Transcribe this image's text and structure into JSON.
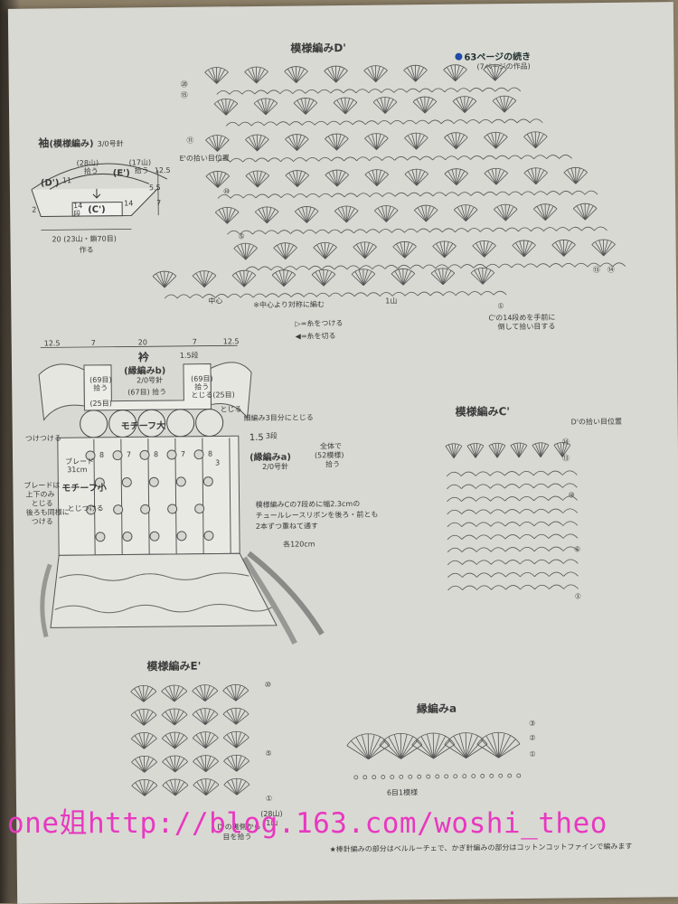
{
  "pattern_d": {
    "title": "模様編みD'",
    "continued": "63ページの続き",
    "work_note": "(7ページの作品)",
    "center": "中心",
    "symmetric": "※中心より対称に編む",
    "one_repeat": "1山",
    "e_position": "E'の拾い目位置",
    "c_note_1": "C'の14段めを手前に",
    "c_note_2": "倒して拾い目する",
    "attach_yarn": "=糸をつける",
    "cut_yarn": "=糸を切る",
    "row_labels": [
      "⑳",
      "⑮",
      "⑪",
      "⑩",
      "⑤",
      "①",
      "⑬",
      "⑭"
    ]
  },
  "sleeve": {
    "title": "袖",
    "pattern": "(模様編み)",
    "needle": "3/0号針",
    "pick_28": "(28山)",
    "pick_28b": "拾う",
    "pick_17": "(17山)",
    "pick_17b": "拾う",
    "d_label": "(D')",
    "e_label": "(E')",
    "c_label": "(C')",
    "rows_14": "14",
    "rows_label": "段",
    "dim_125": "12.5",
    "dim_55": "5.5",
    "dim_7": "7",
    "dim_2": "2",
    "dim_11": "11",
    "dim_14": "14",
    "bottom_1": "20 (23山・鎖70目)",
    "bottom_2": "作る"
  },
  "body": {
    "dims_top": [
      "12.5",
      "7",
      "20",
      "7",
      "12.5"
    ],
    "collar_title": "衿",
    "collar_sub": "(縁編みb)",
    "collar_needle": "2/0号針",
    "collar_rows": "1.5段",
    "pick_69": "(69目)",
    "pick_69b": "拾う",
    "pick_67": "(67目) 拾う",
    "pick_25": "(25目)",
    "toji": "とじる",
    "toji25": "とじる(25目)",
    "motif_big": "モチーフ大",
    "motif_note": "細編み3目分にとじる",
    "tsuke": "つけつける",
    "braid": "ブレード",
    "braid_len": "31cm",
    "motif_small": "モチーフ小",
    "small_note": "とじつける",
    "left_note_1": "ブレードは",
    "left_note_2": "上下のみ",
    "left_note_3": "とじる",
    "left_note_4": "後ろも同様に",
    "left_note_5": "つける",
    "edge_rows": "1.5",
    "edge_rows2": "3段",
    "edge_title": "(縁編みa)",
    "edge_needle": "2/0号針",
    "edge_all": "全体で",
    "edge_count": "(52模様)",
    "edge_pick": "拾う",
    "ribbon_1": "模様編みCの7段めに幅2.3cmの",
    "ribbon_2": "チュールレースリボンを後ろ・前とも",
    "ribbon_3": "2本ずつ重ねて通す",
    "ribbon_len": "各120cm",
    "column_counts": [
      "8",
      "7",
      "8",
      "7",
      "8",
      "3"
    ]
  },
  "pattern_c": {
    "title": "模様編みC'",
    "note": "D'の拾い目位置",
    "rows": [
      "⑭",
      "⑬",
      "⑩",
      "⑤",
      "①"
    ]
  },
  "pattern_e": {
    "title": "模様編みE'",
    "rows": [
      "⑩",
      "⑤",
      "①"
    ],
    "d_note_1": "D'の裏側から",
    "d_note_2": "目を拾う",
    "count": "(28山)",
    "mountain": "1山"
  },
  "edge_a": {
    "title": "縁編みa",
    "rows": [
      "③",
      "②",
      "①"
    ],
    "repeat": "6目1模様"
  },
  "footer": "★棒針編みの部分はベルルーチェで、かぎ針編みの部分はコットンコットファインで編みます",
  "watermark": "one姐http://blog.163.com/woshi_theo"
}
